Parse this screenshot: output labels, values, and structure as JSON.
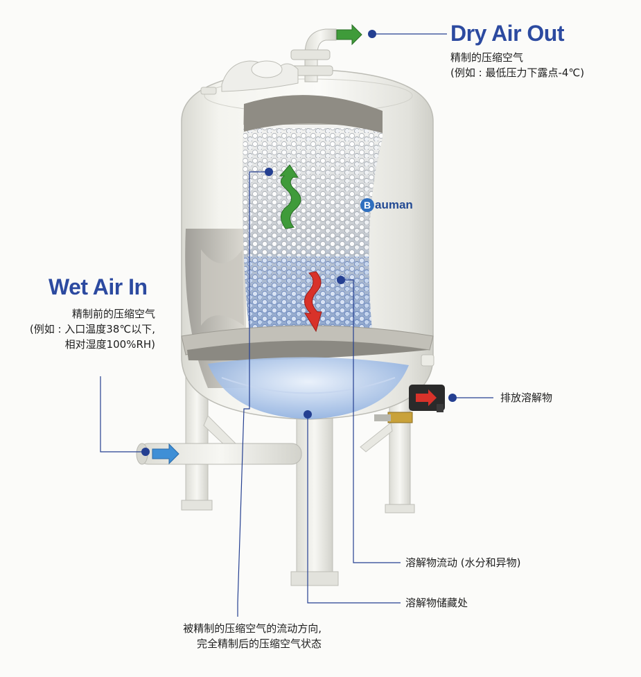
{
  "dry_air_out": {
    "title": "Dry Air Out",
    "line1": "精制的压缩空气",
    "line2": "(例如 : 最低压力下露点-4℃)"
  },
  "wet_air_in": {
    "title": "Wet Air In",
    "line1": "精制前的压缩空气",
    "line2": "(例如 : 入口温度38℃以下,",
    "line3": "相对湿度100%RH)"
  },
  "callouts": {
    "drain": "排放溶解物",
    "flow": "溶解物流动 (水分和异物)",
    "storage": "溶解物储藏处",
    "direction_line1": "被精制的压缩空气的流动方向,",
    "direction_line2": "完全精制后的压缩空气状态"
  },
  "brand": {
    "mark": "B",
    "name": "auman"
  },
  "colors": {
    "title_blue": "#2c4aa0",
    "dot_blue": "#243f91",
    "arrow_green": "#3f9b3a",
    "arrow_red": "#d8322a",
    "arrow_blue": "#3f8fd6",
    "tank": "#f1f1ec"
  }
}
